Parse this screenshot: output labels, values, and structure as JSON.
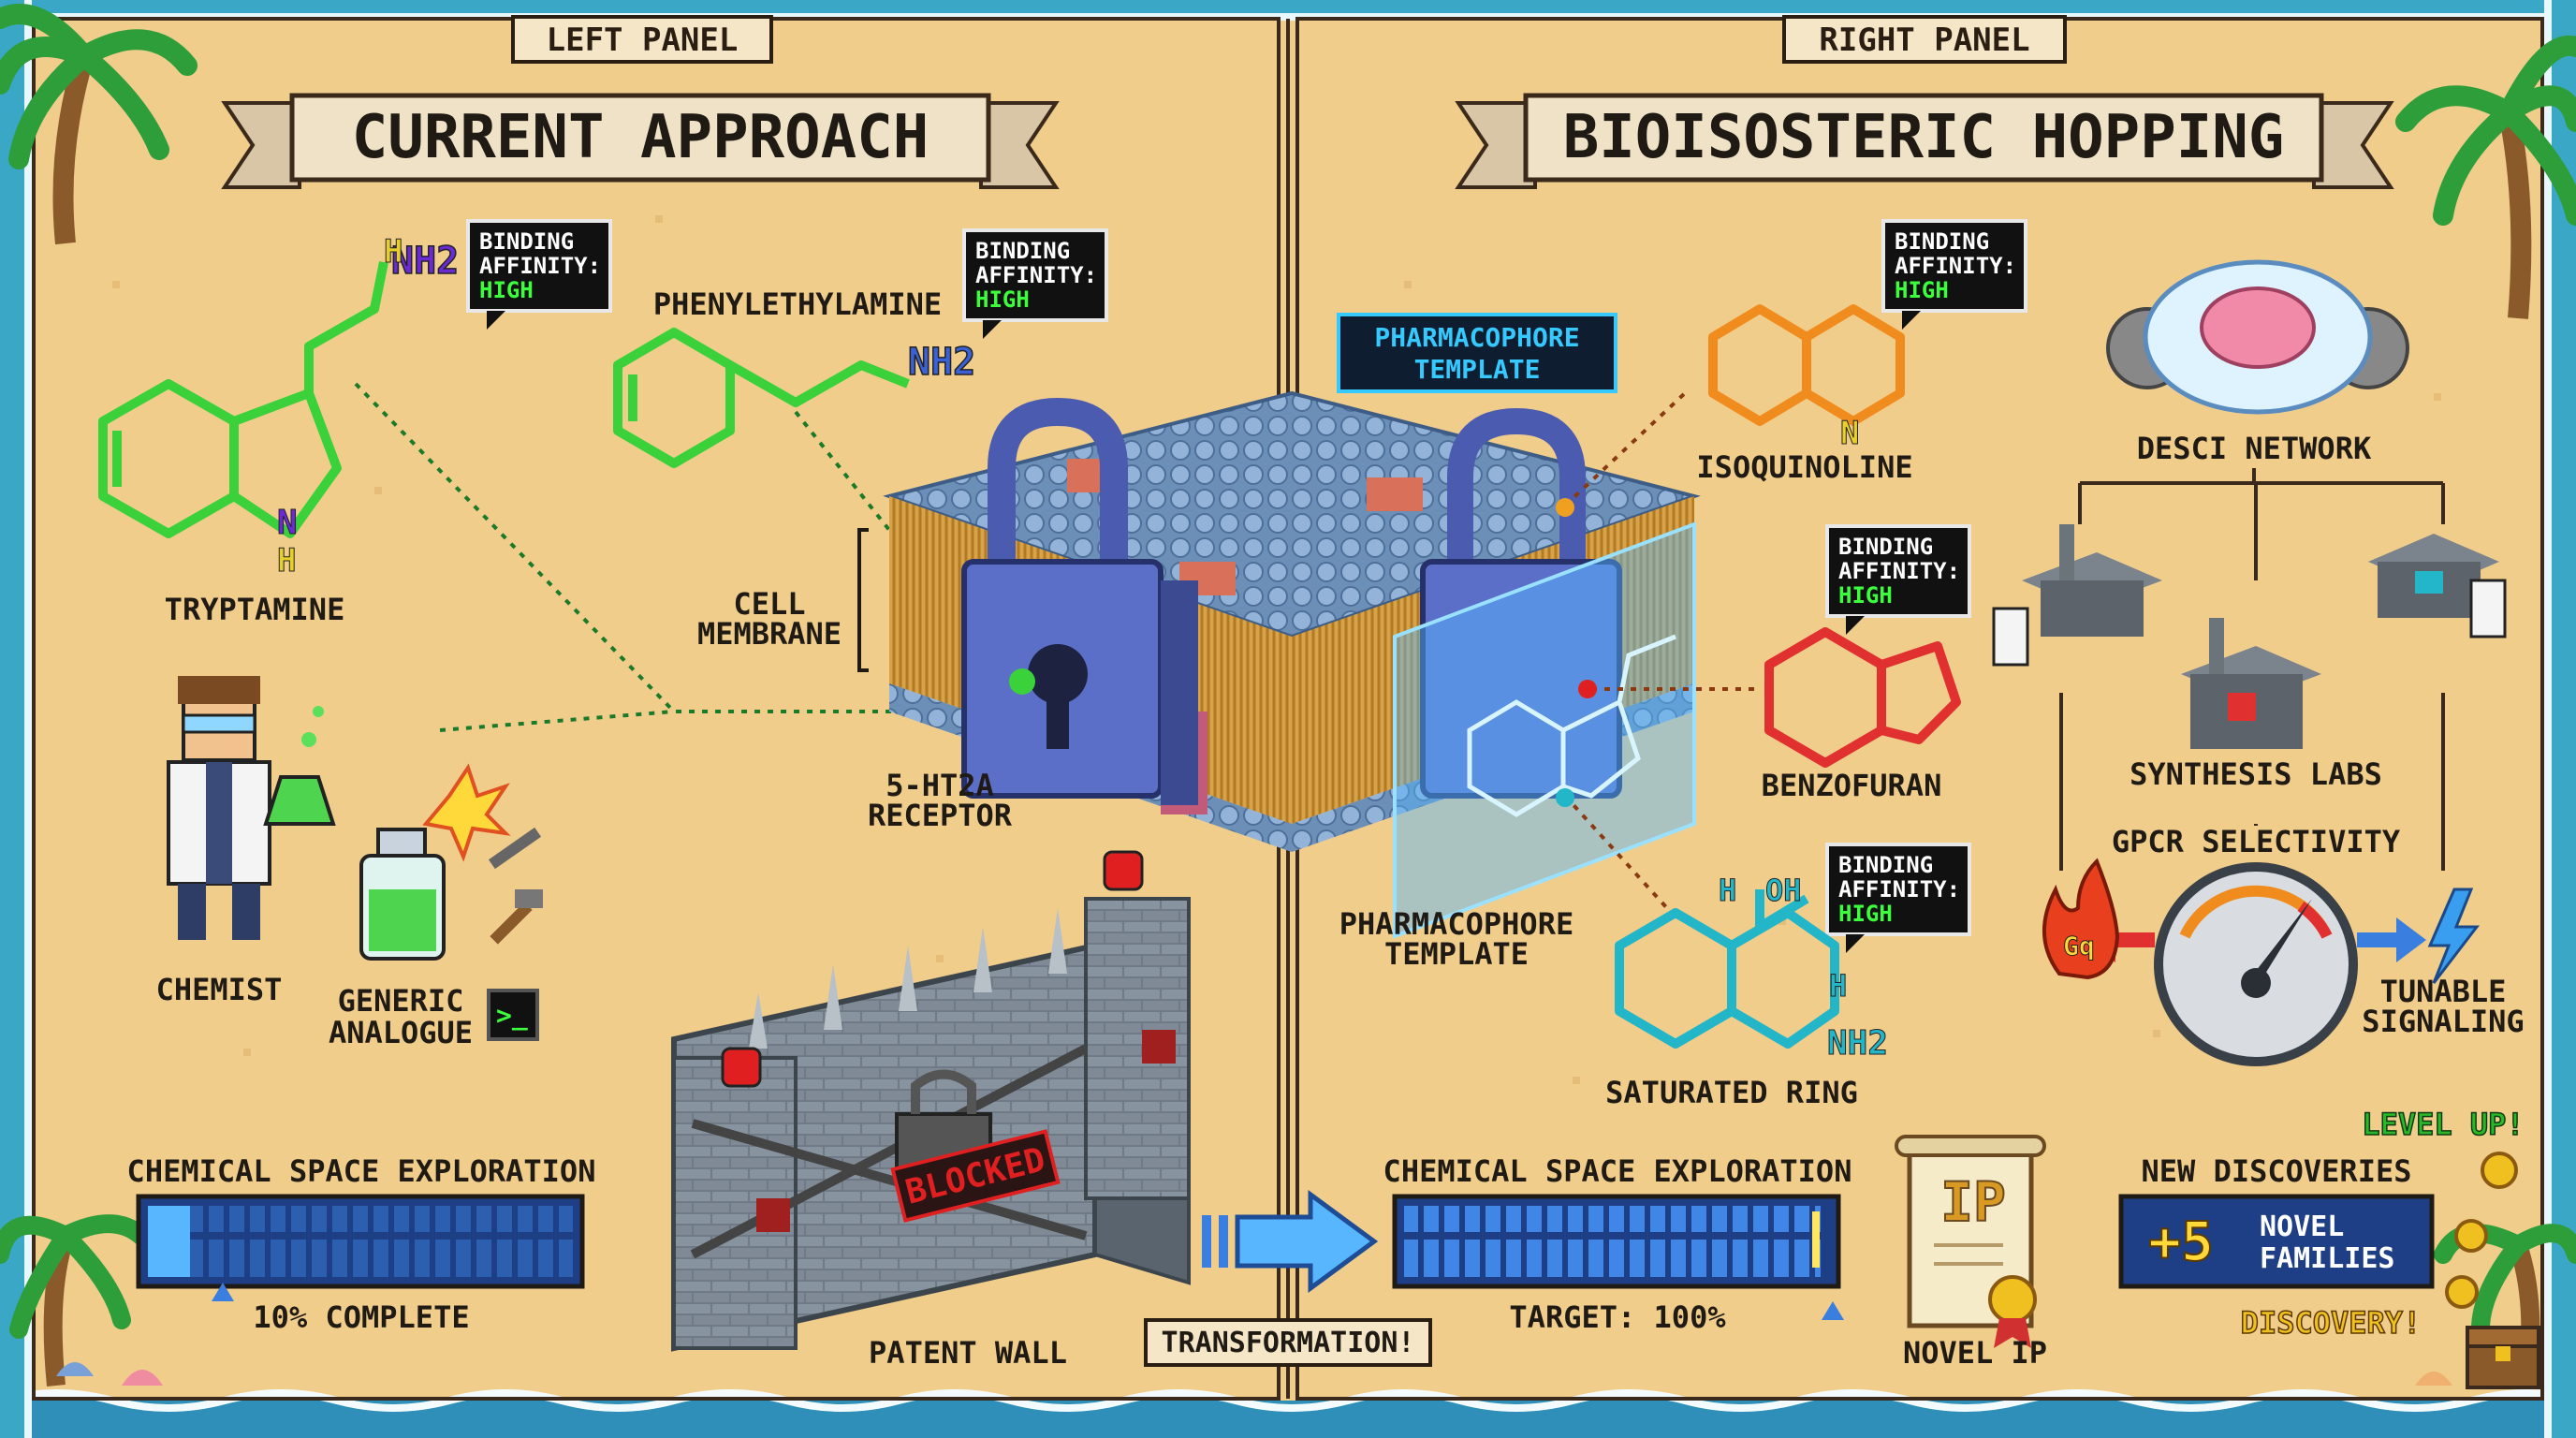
{
  "panels": {
    "left": {
      "tag": "LEFT PANEL",
      "title": "CURRENT APPROACH",
      "progress": {
        "label": "CHEMICAL SPACE EXPLORATION",
        "status": "10% COMPLETE",
        "fraction": 0.1
      }
    },
    "right": {
      "tag": "RIGHT PANEL",
      "title": "BIOISOSTERIC HOPPING",
      "progress": {
        "label": "CHEMICAL SPACE EXPLORATION",
        "status": "TARGET: 100%",
        "fraction": 0.98
      }
    }
  },
  "binding": {
    "line1": "BINDING",
    "line2": "AFFINITY:",
    "value": "HIGH"
  },
  "molecules": {
    "tryptamine": "TRYPTAMINE",
    "phenylethylamine": "PHENYLETHYLAMINE",
    "isoquinoline": "ISOQUINOLINE",
    "benzofuran": "BENZOFURAN",
    "saturated_ring": "SATURATED RING",
    "nh2": "NH2",
    "h": "H",
    "n": "N",
    "oh": "OH"
  },
  "labels": {
    "cell_membrane": [
      "CELL",
      "MEMBRANE"
    ],
    "receptor": [
      "5-HT2A",
      "RECEPTOR"
    ],
    "chemist": "CHEMIST",
    "generic_analogue": [
      "GENERIC",
      "ANALOGUE"
    ],
    "terminal": ">_",
    "patent_wall": "PATENT WALL",
    "blocked": "BLOCKED",
    "transformation": "TRANSFORMATION!",
    "pharmacophore_box": [
      "PHARMACOPHORE",
      "TEMPLATE"
    ],
    "pharmacophore_label": [
      "PHARMACOPHORE",
      "TEMPLATE"
    ],
    "desci_network": "DESCI NETWORK",
    "synthesis_labs": "SYNTHESIS LABS",
    "gpcr_selectivity": "GPCR SELECTIVITY",
    "tunable_signaling": [
      "TUNABLE",
      "SIGNALING"
    ],
    "gq": "Gq",
    "novel_ip": "NOVEL IP",
    "ip": "IP",
    "level_up": "LEVEL UP!",
    "new_discoveries": "NEW DISCOVERIES",
    "plus_five": "+5",
    "novel_families": [
      "NOVEL",
      "FAMILIES"
    ],
    "discovery": "DISCOVERY!"
  },
  "colors": {
    "sand": "#f1cd8c",
    "molecule_green": "#3bd13b",
    "molecule_orange": "#f08c1e",
    "molecule_red": "#e03030",
    "molecule_cyan": "#22b6c8",
    "lock_blue": "#5b6fc9",
    "holo_blue": "#56b8ff",
    "bar_blue": "#3a7fe0",
    "terminal_green": "#3cff3c"
  }
}
